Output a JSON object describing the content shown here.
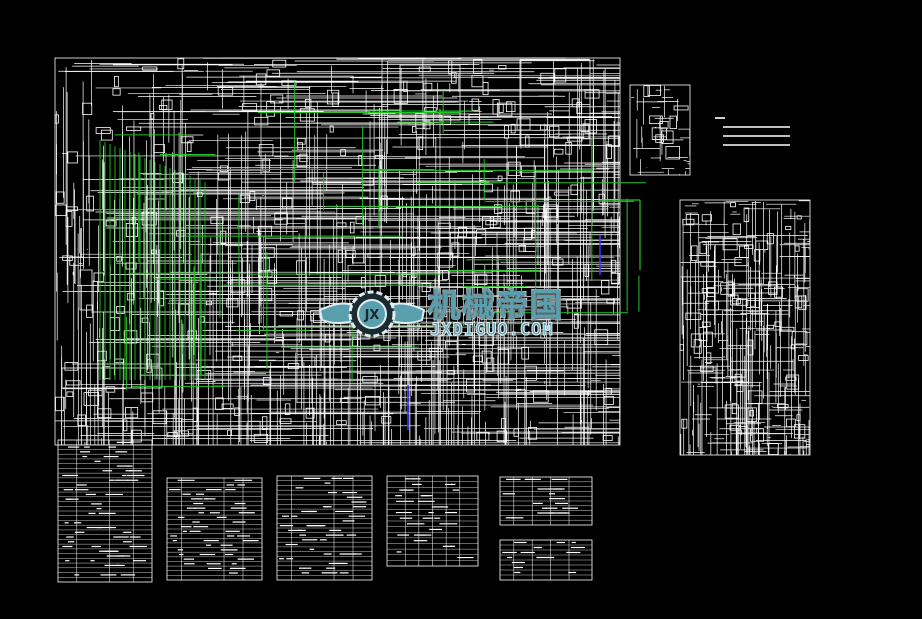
{
  "drawing": {
    "background": "#000000",
    "line_color": "#ffffff",
    "pipe_color": "#22c422",
    "accent_color": "#3a3aff",
    "tables_count": 6
  },
  "watermark": {
    "title": "机械帝国",
    "site": "JXDIGUO.COM",
    "emblem": "JX",
    "color": "#5a9fae"
  }
}
